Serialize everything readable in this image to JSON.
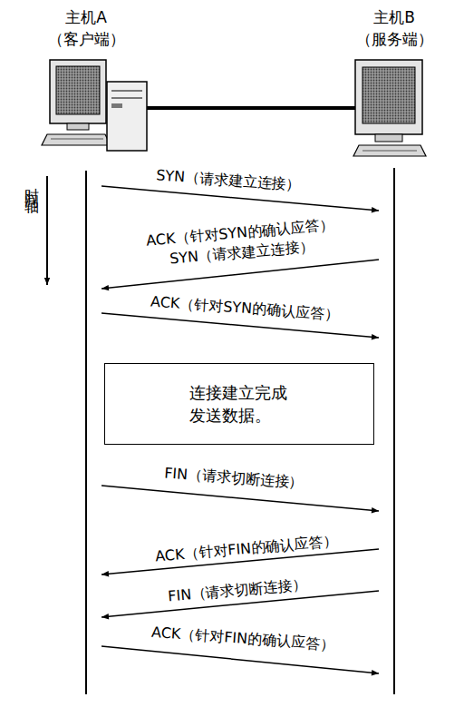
{
  "diagram": {
    "nodes": [
      {
        "text": [
          "主机A （客户端）"
        ]
      },
      {
        "text": [
          "主机B （服务端）"
        ]
      },
      {
        "text": [
          "连接建立完成 发送数据。"
        ]
      }
    ],
    "edges": [
      {
        "from": 0,
        "to": 1,
        "arrow": "to",
        "label": "SYN（请求建立连接）"
      },
      {
        "from": 1,
        "to": 0,
        "arrow": "to",
        "label": "ACK（针对SYN的确认应答） SYN（请求建立连接）"
      },
      {
        "from": 0,
        "to": 1,
        "arrow": "to",
        "label": "ACK（针对SYN的确认应答）"
      },
      {
        "from": 0,
        "to": 1,
        "arrow": "to",
        "label": "FIN（请求切断连接）"
      },
      {
        "from": 1,
        "to": 0,
        "arrow": "to",
        "label": "ACK（针对FIN的确认应答）"
      },
      {
        "from": 1,
        "to": 0,
        "arrow": "to",
        "label": "FIN（请求切断连接）"
      },
      {
        "from": 0,
        "to": 1,
        "arrow": "to",
        "label": "ACK（针对FIN的确认应答）"
      }
    ],
    "labels": [
      "时间轴"
    ]
  }
}
